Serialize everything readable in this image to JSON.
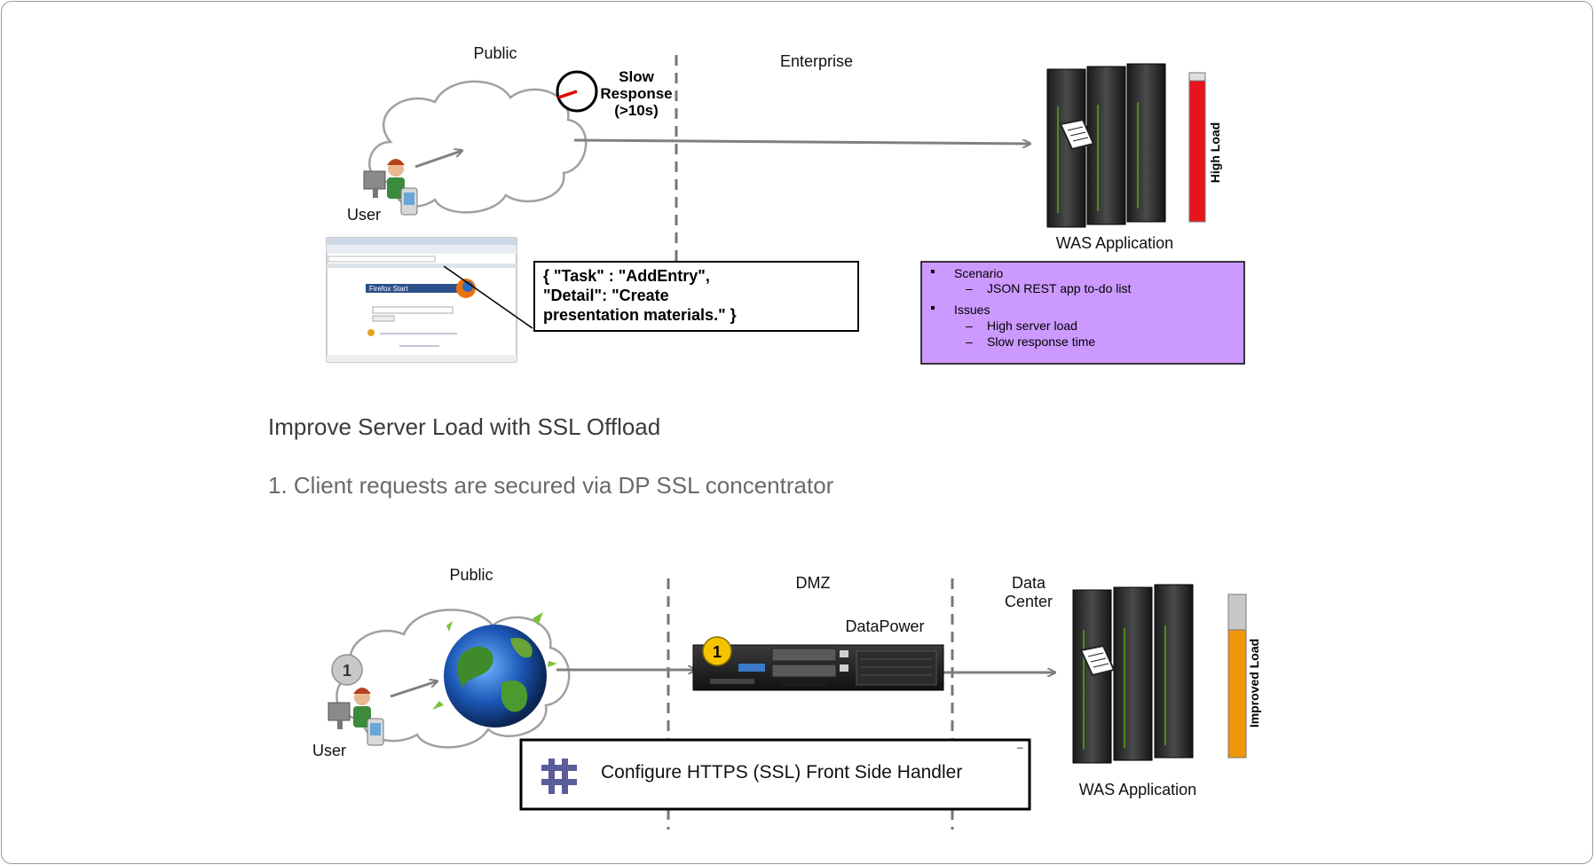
{
  "top": {
    "public_label": "Public",
    "enterprise_label": "Enterprise",
    "user_label": "User",
    "slow_response": [
      "Slow",
      "Response",
      "(>10s)"
    ],
    "load_label": "High Load",
    "app_label": "WAS Application",
    "json_lines": [
      "{ \"Task\" : \"AddEntry\",",
      "\"Detail\": \"Create",
      "presentation materials.\" }"
    ],
    "browser_title": "Firefox Start",
    "notes": {
      "scenario": "Scenario",
      "scenario_item": "JSON REST app to-do list",
      "issues": "Issues",
      "issue_items": [
        "High server load",
        "Slow response time"
      ]
    },
    "colors": {
      "high_load": "#e8141c",
      "notes_bg": "#cc99ff"
    }
  },
  "heading": "Improve Server Load with SSL Offload",
  "subheading": "1. Client requests are secured via DP SSL concentrator",
  "bottom": {
    "public_label": "Public",
    "dmz_label": "DMZ",
    "data_center_label": [
      "Data",
      "Center"
    ],
    "datapower_label": "DataPower",
    "user_label": "User",
    "badge_gray": "1",
    "badge_yellow": "1",
    "load_label": "Improved Load",
    "app_label": "WAS Application",
    "config_text": "Configure HTTPS (SSL) Front Side Handler",
    "colors": {
      "improved_load": "#f0960a",
      "badge_yellow": "#f5c400"
    }
  }
}
